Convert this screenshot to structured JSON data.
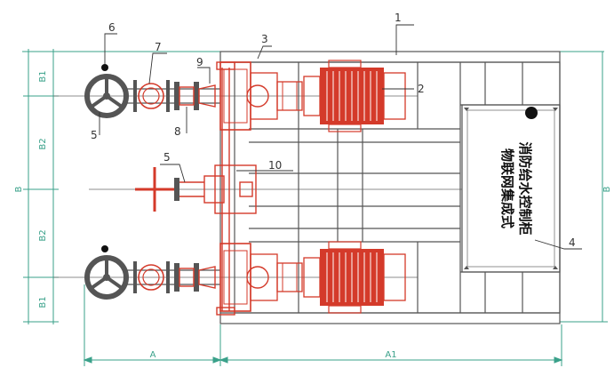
{
  "callouts": {
    "c1": "1",
    "c2": "2",
    "c3": "3",
    "c4": "4",
    "c5a": "5",
    "c5b": "5",
    "c6": "6",
    "c7": "7",
    "c8": "8",
    "c9": "9",
    "c10": "10"
  },
  "dimensions": {
    "b1_top": "B1",
    "b2_top": "B2",
    "b2_bottom": "B2",
    "b1_bottom": "B1",
    "b_left": "B",
    "b_right": "B",
    "a": "A",
    "a1": "A1"
  },
  "cabinet": {
    "line1": "物联网集成式",
    "line2": "消防给水控制柜"
  },
  "colors": {
    "frame": "#555555",
    "pipework": "#d43a2a",
    "dimension": "#3aa18a",
    "callout": "#333333"
  }
}
